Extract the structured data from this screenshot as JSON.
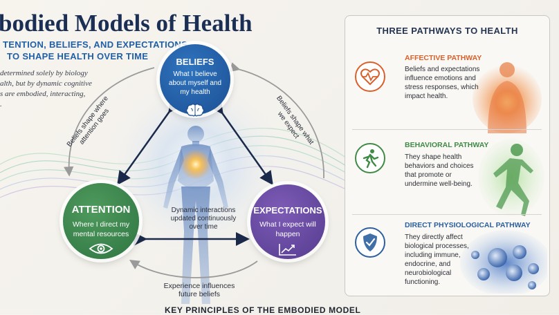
{
  "header": {
    "title": "bodied Models of Health",
    "subtitle_line1": "TENTION, BELIEFS, AND EXPECTATIONS",
    "subtitle_line2": "TO SHAPE HEALTH OVER TIME",
    "intro_line1": "determined solely by biology",
    "intro_line2": "alth, but by dynamic cognitive",
    "intro_line3": "s are embodied, interacting,",
    "intro_line4": "."
  },
  "nodes": {
    "beliefs": {
      "title": "BELIEFS",
      "desc": "What I believe about myself and my health",
      "color": "#1f5499"
    },
    "attention": {
      "title": "ATTENTION",
      "desc": "Where I direct my mental resources",
      "color": "#35784a"
    },
    "expectations": {
      "title": "EXPECTATIONS",
      "desc": "What I expect will happen",
      "color": "#5f4597"
    }
  },
  "captions": {
    "left_arc": "Beliefs shape where attention goes",
    "right_arc": "Beliefs shape what we expect",
    "center": "Dynamic interactions updated continuously over time",
    "bottom_arc": "Experience influences future beliefs"
  },
  "panel": {
    "title": "THREE PATHWAYS TO HEALTH",
    "pathways": [
      {
        "title": "AFFECTIVE PATHWAY",
        "desc": [
          "Beliefs and expectations",
          "influence emotions and",
          "stress responses, which",
          "impact health."
        ],
        "color": "#d9602a",
        "icon": "heart-pulse-icon"
      },
      {
        "title": "BEHAVIORAL PATHWAY",
        "desc": [
          "They shape health",
          "behaviors and choices",
          "that promote or",
          "undermine well-being."
        ],
        "color": "#3f8a45",
        "icon": "running-person-icon"
      },
      {
        "title": "DIRECT PHYSIOLOGICAL PATHWAY",
        "desc": [
          "They directly affect",
          "biological processes,",
          "including immune,",
          "endocrine, and",
          "neurobiological",
          "functioning."
        ],
        "color": "#2c5f9e",
        "icon": "shield-check-icon"
      }
    ]
  },
  "footer": {
    "text": "KEY PRINCIPLES OF THE EMBODIED MODEL"
  }
}
